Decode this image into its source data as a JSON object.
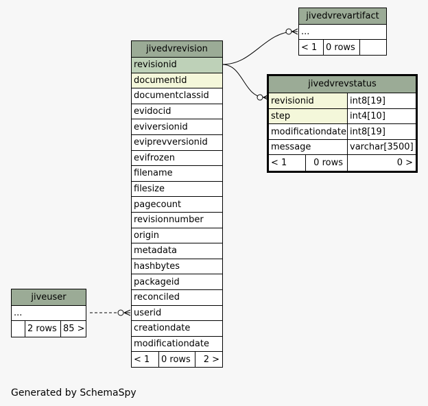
{
  "tables": {
    "revision": {
      "name": "jivedvrevision",
      "columns": [
        "revisionid",
        "documentid",
        "documentclassid",
        "evidocid",
        "eviversionid",
        "eviprevversionid",
        "evifrozen",
        "filename",
        "filesize",
        "pagecount",
        "revisionnumber",
        "origin",
        "metadata",
        "hashbytes",
        "packageid",
        "reconciled",
        "userid",
        "creationdate",
        "modificationdate"
      ],
      "footer": [
        "< 1",
        "0 rows",
        "2 >"
      ]
    },
    "artifact": {
      "name": "jivedvrevartifact",
      "columns": [
        "..."
      ],
      "footer": [
        "< 1",
        "0 rows",
        ""
      ]
    },
    "status": {
      "name": "jivedvrevstatus",
      "columns": [
        {
          "name": "revisionid",
          "type": "int8[19]"
        },
        {
          "name": "step",
          "type": "int4[10]"
        },
        {
          "name": "modificationdate",
          "type": "int8[19]"
        },
        {
          "name": "message",
          "type": "varchar[3500]"
        }
      ],
      "footer": [
        "< 1",
        "0 rows",
        "0 >"
      ]
    },
    "user": {
      "name": "jiveuser",
      "columns": [
        "..."
      ],
      "footer": [
        "",
        "2 rows",
        "85 >"
      ]
    }
  },
  "footer_text": "Generated by SchemaSpy"
}
